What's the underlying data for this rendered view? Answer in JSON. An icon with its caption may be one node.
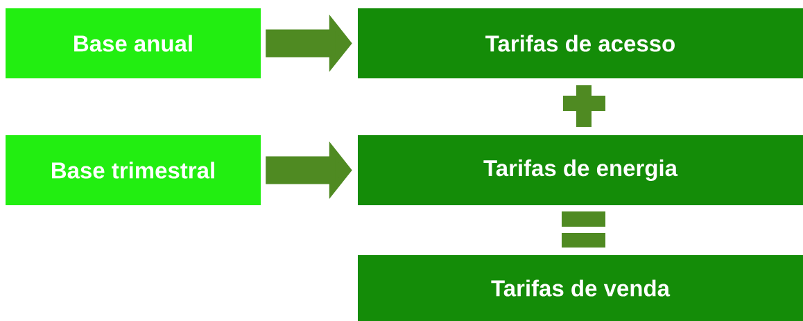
{
  "diagram": {
    "nodes": [
      {
        "text": [
          "Base anual"
        ]
      },
      {
        "text": [
          "Tarifas de acesso"
        ]
      },
      {
        "text": [
          "Base trimestral"
        ]
      },
      {
        "text": [
          "Tarifas de energia"
        ]
      },
      {
        "text": [
          "Tarifas de venda"
        ]
      }
    ],
    "edges": [
      {
        "from": 0,
        "to": 1,
        "arrow": "to"
      },
      {
        "from": 2,
        "to": 3,
        "arrow": "to"
      }
    ]
  }
}
